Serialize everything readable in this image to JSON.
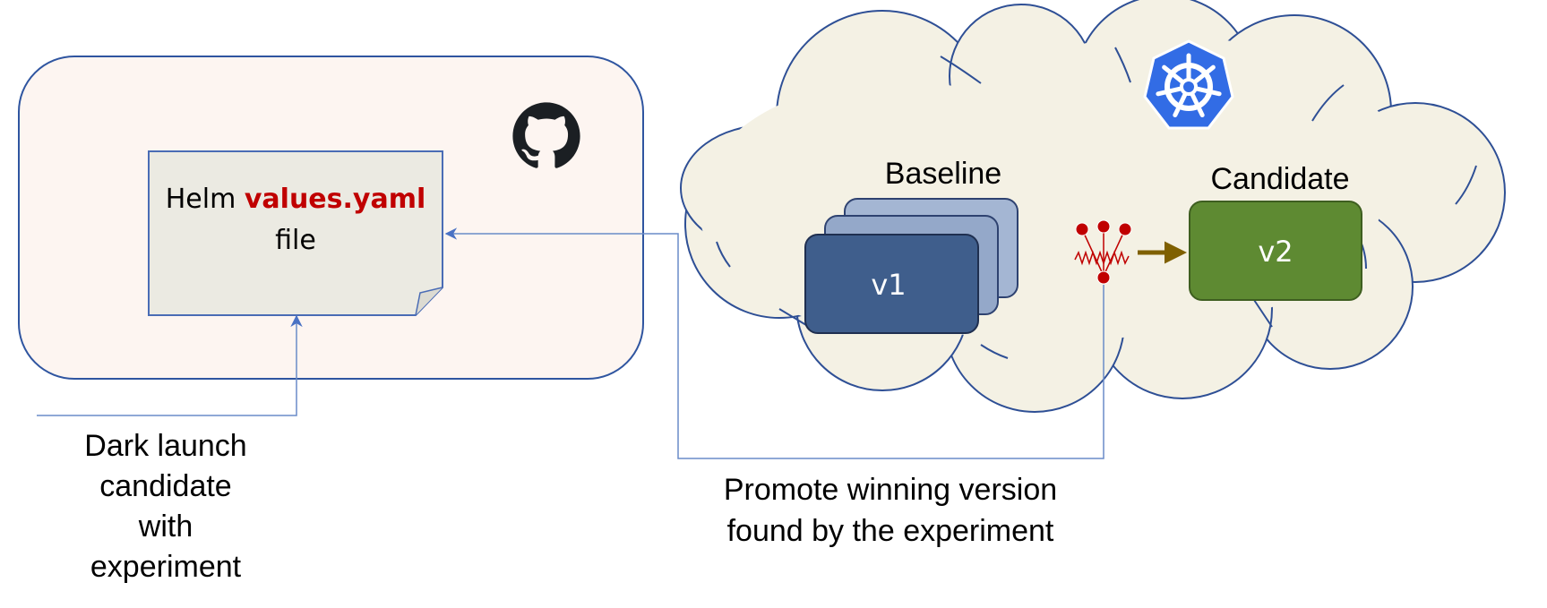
{
  "colors": {
    "repo_fill": "#fdf5f1",
    "repo_stroke": "#2f55a0",
    "cloud_fill": "#f4f1e4",
    "cloud_stroke": "#2e4f95",
    "note_fill": "#ebeae2",
    "note_stroke": "#4a6cb5",
    "highlight_red": "#c00000",
    "stack_front": "#3f5e8c",
    "stack_mid": "#94a8c9",
    "stack_back": "#a4b6d3",
    "candidate_green": "#5e8a32",
    "k8s_blue": "#326ce5",
    "github_black": "#1b1f23",
    "connector": "#6a8cc8",
    "arrow_brown": "#7f6000",
    "router_red": "#c00000"
  },
  "icons": {
    "repo": "github-octocat-icon",
    "cluster": "kubernetes-helm-wheel-icon",
    "router": "traffic-splitter-icon"
  },
  "repo": {
    "file_note": {
      "prefix": "Helm ",
      "highlight": "values.yaml",
      "suffix": "file"
    }
  },
  "cluster": {
    "baseline_label": "Baseline",
    "baseline_version": "v1",
    "candidate_label": "Candidate",
    "candidate_version": "v2"
  },
  "annotations": {
    "dark_launch": [
      "Dark launch",
      "candidate",
      "with",
      "experiment"
    ],
    "promote": [
      "Promote winning version",
      "found by the experiment"
    ]
  }
}
